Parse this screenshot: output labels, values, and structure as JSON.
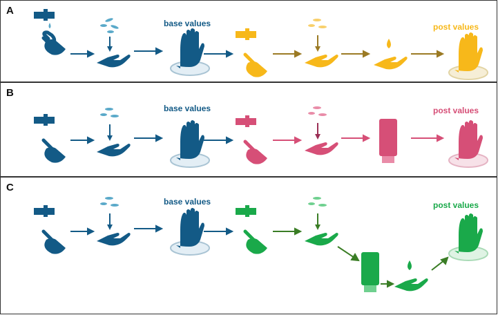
{
  "colors": {
    "blue": "#135a86",
    "blue_light": "#5aa9c9",
    "yellow": "#f7b81a",
    "yellow_light": "#f8cf6a",
    "olive": "#9b7a24",
    "pink": "#d64f77",
    "pink_light": "#e98ca8",
    "green": "#1aa94a",
    "green_light": "#6fd08f",
    "dark_green": "#3a7d25"
  },
  "panels": [
    {
      "letter": "A",
      "base_label": "base values",
      "post_label": "post values"
    },
    {
      "letter": "B",
      "base_label": "base values",
      "post_label": "post values"
    },
    {
      "letter": "C",
      "base_label": "base values",
      "post_label": "post values"
    }
  ]
}
